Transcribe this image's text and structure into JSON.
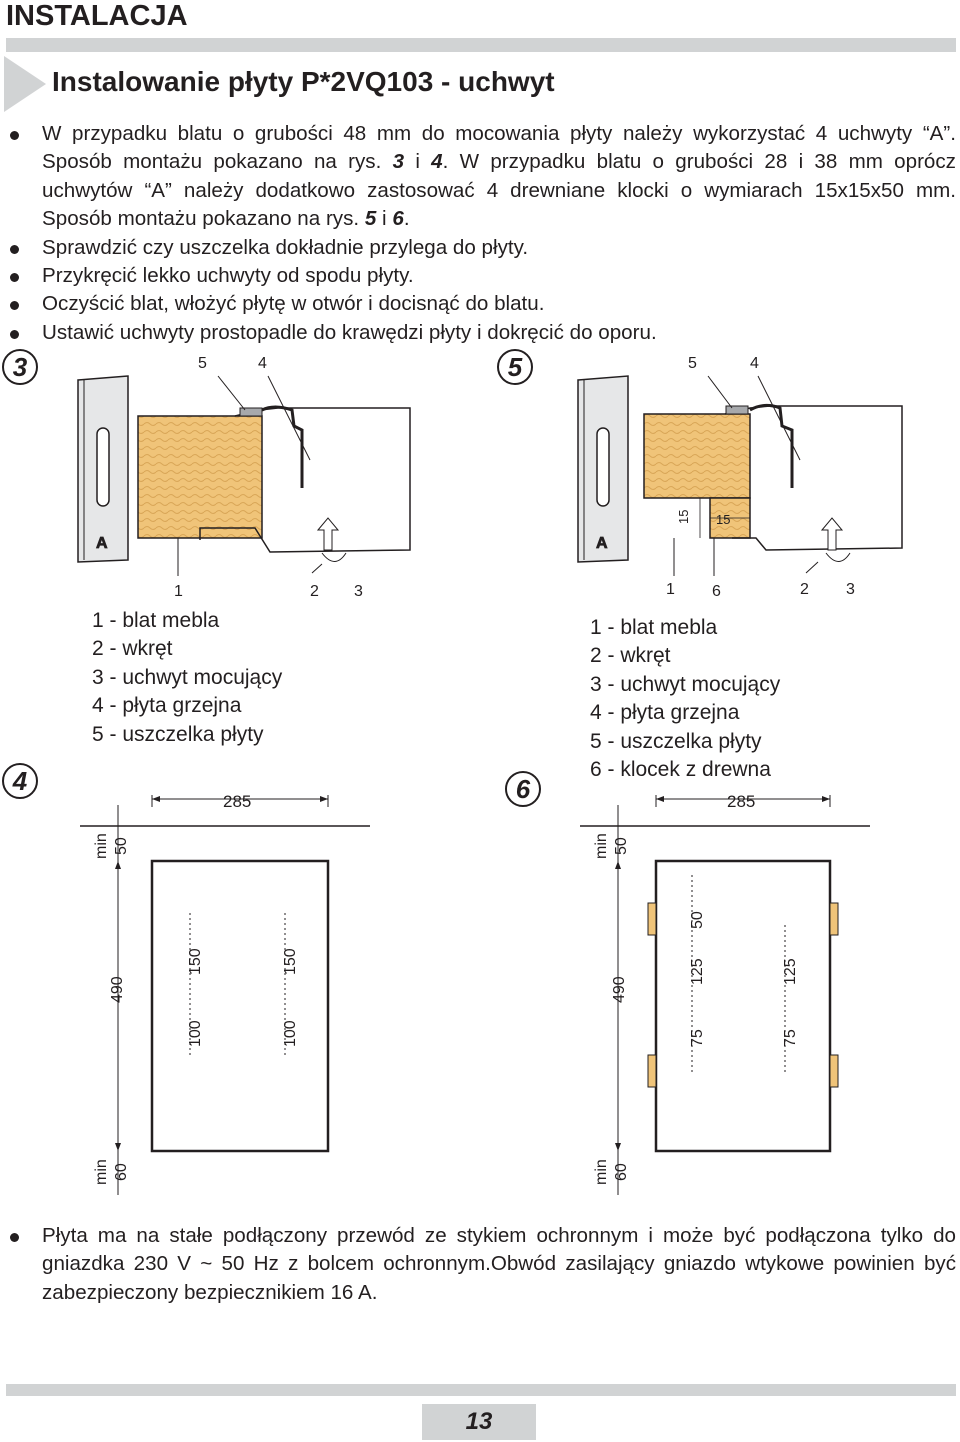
{
  "header": {
    "section_title": "INSTALACJA",
    "subtitle": "Instalowanie płyty P*2VQ103 - uchwyt"
  },
  "bullets": {
    "b1_part1": "W przypadku blatu o grubości 48 mm do mocowania płyty należy wykorzystać 4 uchwyty “A”. Sposób montażu pokazano na rys. ",
    "b1_ref1": "3",
    "b1_and1": " i ",
    "b1_ref2": "4",
    "b1_part2": ". W przypadku blatu o grubości 28 i 38 mm oprócz uchwytów “A” należy dodatkowo zastosować 4 drewniane klocki o wymiarach 15x15x50 mm. Sposób montażu pokazano na rys. ",
    "b1_ref3": "5",
    "b1_and2": " i ",
    "b1_ref4": "6",
    "b1_end": ".",
    "b2": "Sprawdzić czy uszczelka dokładnie przylega do płyty.",
    "b3": "Przykręcić lekko uchwyty od spodu płyty.",
    "b4": "Oczyścić blat, włożyć płytę w otwór i docisnąć do blatu.",
    "b5": "Ustawić uchwyty prostopadle do krawędzi płyty i dokręcić do oporu."
  },
  "figures": {
    "fig3": "3",
    "fig4": "4",
    "fig5": "5",
    "fig6": "6",
    "bracket_letter": "A",
    "callout_1": "1",
    "callout_2": "2",
    "callout_3": "3",
    "callout_4": "4",
    "callout_5": "5",
    "callout_6": "6",
    "dim_15a": "15",
    "dim_15b": "15"
  },
  "legend_left": [
    "1 - blat mebla",
    "2 - wkręt",
    "3 - uchwyt mocujący",
    "4 - płyta grzejna",
    "5 - uszczelka płyty"
  ],
  "legend_right": [
    "1 - blat mebla",
    "2 - wkręt",
    "3 - uchwyt mocujący",
    "4 - płyta grzejna",
    "5 - uszczelka płyty",
    "6 - klocek z drewna"
  ],
  "dims": {
    "width": "285",
    "min_label": "min",
    "min_top": "50",
    "min_bottom": "60",
    "height": "490",
    "left_150": "150",
    "left_100": "100",
    "right_50": "50",
    "right_125": "125",
    "right_75": "75"
  },
  "footer_text": "Płyta ma na stałe podłączony przewód ze stykiem ochronnym i może być podłączona tylko do gniazdka 230 V ~ 50 Hz z bolcem ochronnym.Obwód zasilający gniazdo wtykowe powinien być zabezpieczony bezpiecznikiem 16 A.",
  "page_number": "13",
  "colors": {
    "wood": "#f0c479",
    "wood_grain": "#d9a657",
    "gray_band": "#d1d3d4",
    "bracket": "#e6e7e8",
    "text": "#231f20"
  }
}
